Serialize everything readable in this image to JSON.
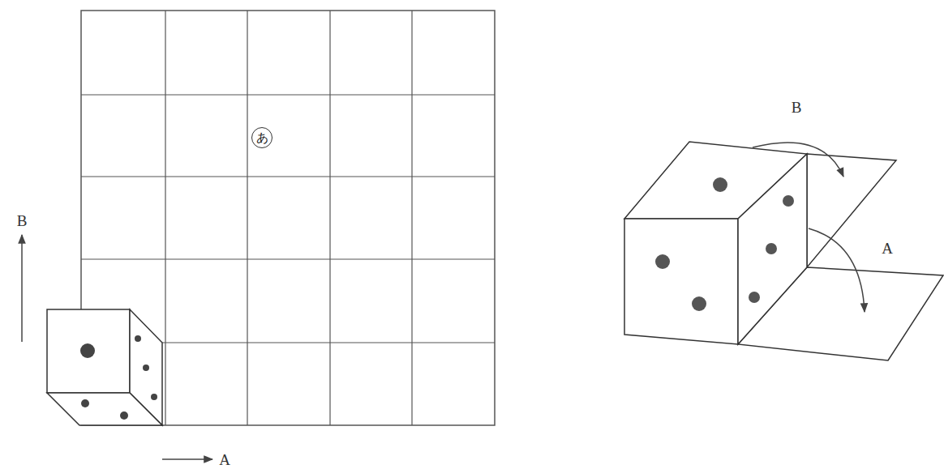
{
  "diagram": {
    "nodes": [
      {
        "text": [
          "あ"
        ]
      }
    ],
    "labels": [
      "B",
      "A",
      "B",
      "A"
    ]
  }
}
